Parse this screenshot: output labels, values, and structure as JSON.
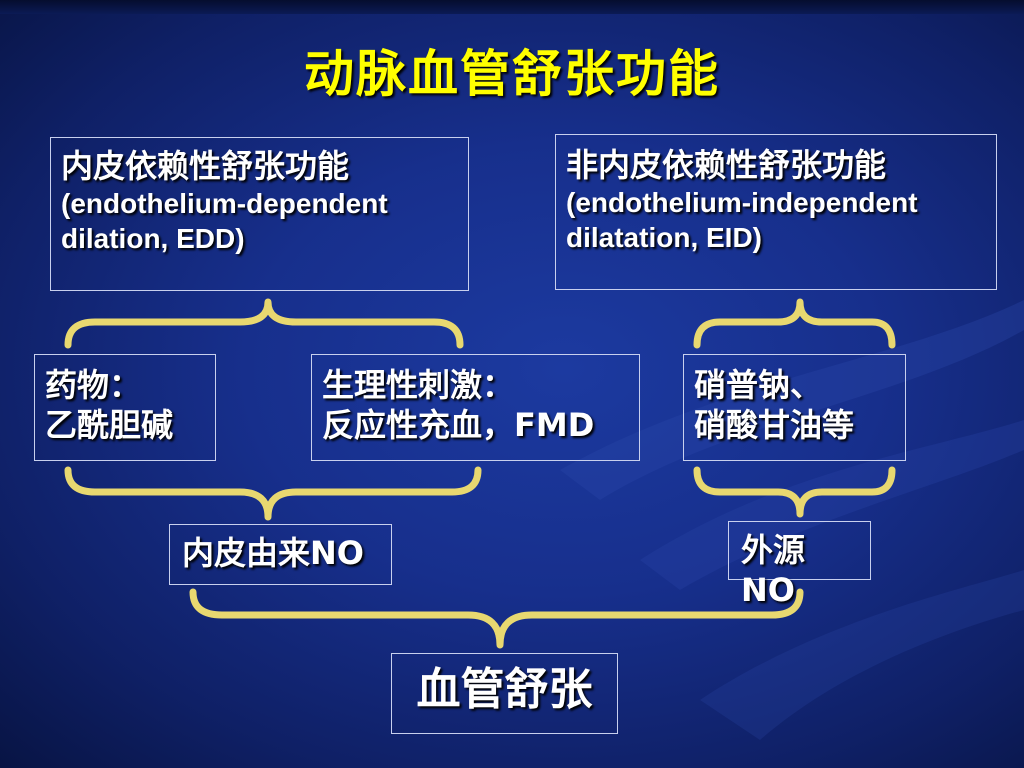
{
  "title": "动脉血管舒张功能",
  "edd": {
    "cn": "内皮依赖性舒张功能",
    "en1": "(endothelium-dependent",
    "en2": "dilation, EDD)"
  },
  "eid": {
    "cn": "非内皮依赖性舒张功能",
    "en1": "(endothelium-independent",
    "en2": "dilatation, EID)"
  },
  "drug": {
    "line1": "药物：",
    "line2": "乙酰胆碱"
  },
  "physio": {
    "line1": "生理性刺激：",
    "line2": "反应性充血，FMD"
  },
  "nitro": {
    "line1": "硝普钠、",
    "line2": "硝酸甘油等"
  },
  "endo_no": "内皮由来NO",
  "exo_no": "外源NO",
  "dilation": "血管舒张",
  "colors": {
    "title": "#ffff00",
    "brace": "#e8d870",
    "background": "#172f8c"
  }
}
